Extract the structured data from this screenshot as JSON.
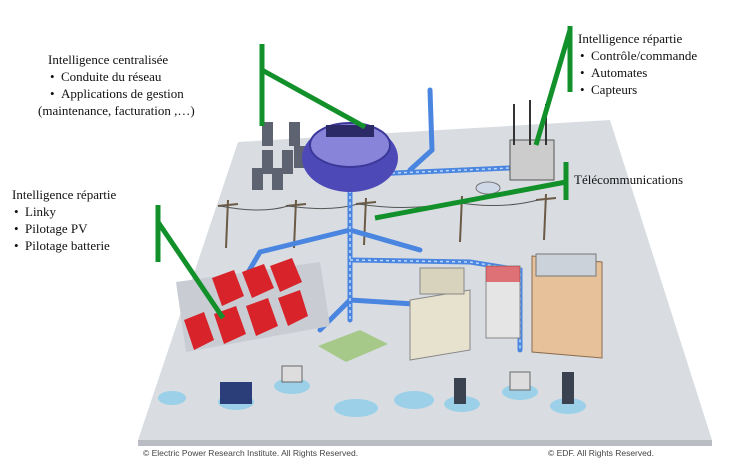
{
  "labels": {
    "central": {
      "title": "Intelligence centralisée",
      "items": [
        "Conduite du réseau",
        "Applications de gestion"
      ],
      "extra": "(maintenance, facturation ,…)"
    },
    "distributed_top": {
      "title": "Intelligence répartie",
      "items": [
        "Contrôle/commande",
        "Automates",
        "Capteurs"
      ]
    },
    "telecom": {
      "title": "Télécommunications"
    },
    "distributed_left": {
      "title": "Intelligence répartie",
      "items": [
        "Linky",
        "Pilotage PV",
        "Pilotage batterie"
      ]
    }
  },
  "credits": {
    "left": "© Electric Power Research Institute. All Rights Reserved.",
    "right": "© EDF. All Rights Reserved."
  },
  "colors": {
    "callout": "#12902a",
    "grid_line": "#4a86e0",
    "ground": "#d9dde2",
    "roof": "#d8232a",
    "control_center": "#4d4ab8"
  }
}
